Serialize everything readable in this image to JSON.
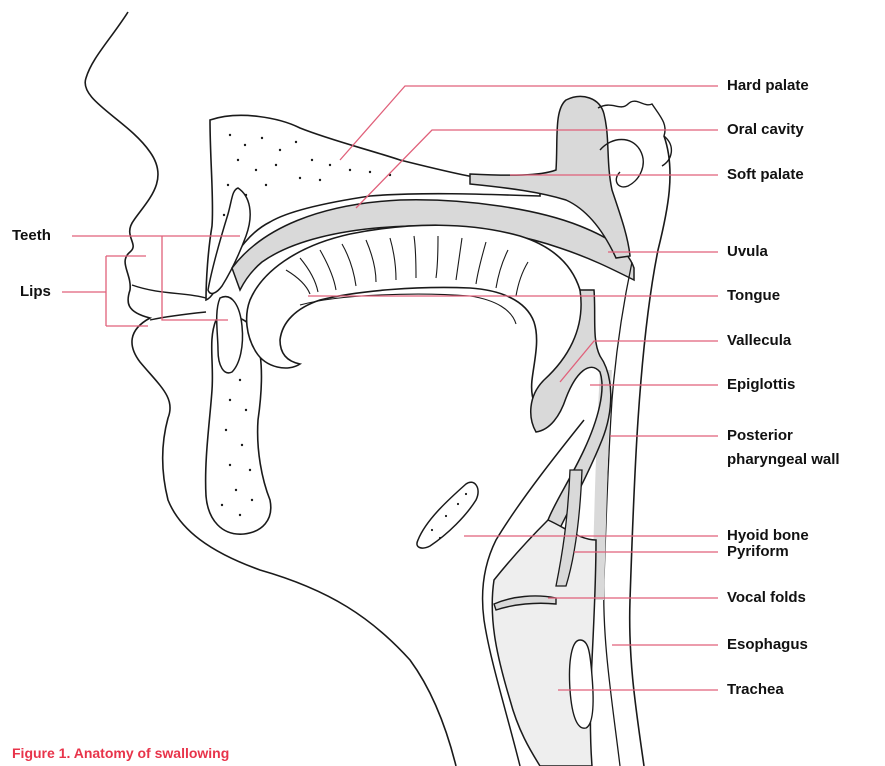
{
  "figure": {
    "caption": "Figure 1.  Anatomy of swallowing",
    "leader_color": "#e0607a",
    "tissue_fill": "#d9d9d9",
    "outline_color": "#1a1a1a"
  },
  "labels": {
    "hard_palate": "Hard palate",
    "oral_cavity": "Oral cavity",
    "soft_palate": "Soft palate",
    "uvula": "Uvula",
    "tongue": "Tongue",
    "vallecula": "Vallecula",
    "epiglottis": "Epiglottis",
    "posterior_pharyngeal_wall_line1": "Posterior",
    "posterior_pharyngeal_wall_line2": "pharyngeal wall",
    "hyoid_bone": "Hyoid bone",
    "pyriform": "Pyriform",
    "vocal_folds": "Vocal folds",
    "esophagus": "Esophagus",
    "trachea": "Trachea",
    "teeth": "Teeth",
    "lips": "Lips"
  }
}
